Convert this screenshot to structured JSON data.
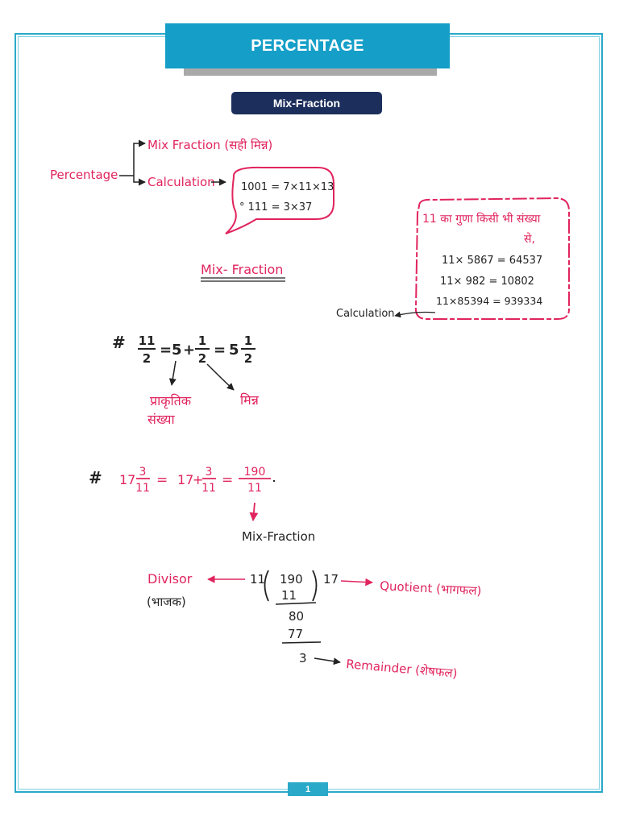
{
  "header": {
    "title": "PERCENTAGE",
    "subtitle": "Mix-Fraction",
    "page_number": "1"
  },
  "colors": {
    "accent": "#159fc8",
    "navy": "#1c2f5c",
    "ink_red": "#e0245e",
    "ink_black": "#222222"
  },
  "tree": {
    "root": "Percentage",
    "branch1": "Mix Fraction (सही मिन्न)",
    "branch2": "Calculation",
    "bubble_line1": "1001 = 7×11×13",
    "bubble_line2": "° 111 = 3×37"
  },
  "eleven_box": {
    "heading1": "11 का गुणा किसी भी संख्या",
    "heading2": "से,",
    "line1": "11× 5867 = 64537",
    "line2": "11× 982 = 10802",
    "line3": "11×85394 = 939334",
    "label": "Calculation"
  },
  "section_heading": "Mix- Fraction",
  "example1": {
    "hash": "#",
    "num1": "11",
    "den1": "2",
    "whole": "5",
    "num2": "1",
    "den2": "2",
    "mixed_whole": "5",
    "num3": "1",
    "den3": "2",
    "label_natural_1": "प्राकृतिक",
    "label_natural_2": "संख्या",
    "label_fraction": "मिन्न"
  },
  "example2": {
    "hash": "#",
    "mixed_whole": "17",
    "num1": "3",
    "den1": "11",
    "whole": "17",
    "num2": "3",
    "den2": "11",
    "num3": "190",
    "den3": "11",
    "label": "Mix-Fraction"
  },
  "division": {
    "divisor_label": "Divisor",
    "divisor_hindi": "(भाजक)",
    "divisor": "11",
    "dividend": "190",
    "step1": "11",
    "step2": "80",
    "step3": "77",
    "remainder": "3",
    "quotient": "17",
    "quotient_label": "Quotient (भागफल)",
    "remainder_label": "Remainder (शेषफल)"
  }
}
